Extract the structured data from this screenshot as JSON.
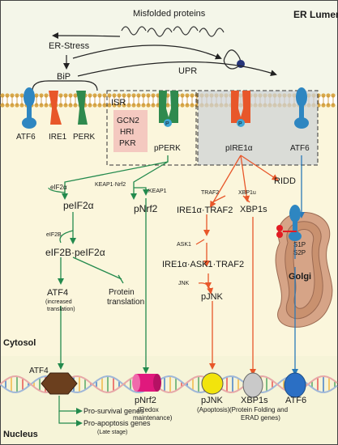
{
  "regions": {
    "er_lumen": "ER Lumen",
    "cytosol": "Cytosol",
    "nucleus": "Nucleus",
    "golgi": "Golgi",
    "isr": "ISR",
    "upr": "UPR"
  },
  "lumen": {
    "misfolded": "Misfolded proteins",
    "er_stress": "ER-Stress",
    "bip": "BiP"
  },
  "membrane": {
    "atf6_left": "ATF6",
    "ire1": "IRE1",
    "perk": "PERK",
    "kinases": [
      "GCN2",
      "HRI",
      "PKR"
    ],
    "pperk": "pPERK",
    "pire1a": "pIRE1α",
    "atf6_right": "ATF6",
    "p_badge": "P"
  },
  "pathway": {
    "eif2a": "eIF2α",
    "keap1_nrf2": "KEAP1·Nrf2",
    "keap1": "KEAP1",
    "peif2a": "peIF2α",
    "pnrf2": "pNrf2",
    "eif2b": "eIF2B",
    "eif2b_peif2a": "eIF2B·peIF2α",
    "atf4": "ATF4",
    "atf4_increased": "(increased",
    "atf4_translation": "translation)",
    "protein_translation_1": "Protein",
    "protein_translation_2": "translation",
    "traf2": "TRAF2",
    "xbp1u": "XBP1u",
    "ridd": "RIDD",
    "ire1a_traf2": "IRE1α·TRAF2",
    "xbp1s": "XBP1s",
    "ask1": "ASK1",
    "ire1a_ask1_traf2": "IRE1α·ASK1·TRAF2",
    "jnk": "JNK",
    "pjnk": "pJNK",
    "s1p": "S1P",
    "s2p": "S2P"
  },
  "nucleus": {
    "atf4": "ATF4",
    "pro_survival": "Pro-survival genes",
    "pro_apoptosis": "Pro-apoptosis genes",
    "late_stage": "(Late stage)",
    "pnrf2": "pNrf2",
    "redox1": "(Redox",
    "redox2": "maintenance)",
    "pjnk": "pJNK",
    "apoptosis": "(Apoptosis)",
    "xbp1s": "XBP1s",
    "folding1": "(Protein Folding and",
    "folding2": "ERAD genes)",
    "atf6": "ATF6"
  },
  "colors": {
    "lumen_bg": "#f4f6e9",
    "cytosol_bg": "#fbf6dc",
    "nucleus_bg": "#f6f4d8",
    "lipid_head": "#d9a94a",
    "lipid_tail": "#c58f35",
    "atf6_blue": "#2e86c1",
    "ire1_orange": "#e8572a",
    "perk_green": "#2f8a4e",
    "isr_pink": "#f4c9c0",
    "upr_gray": "#cfd3d6",
    "phospho": "#3fa7d6",
    "perk_arrow": "#238a4d",
    "ire1_arrow": "#e8572a",
    "atf6_arrow": "#2a7ab8",
    "atf4_brown": "#6b3f1e",
    "pnrf2_magenta": "#e0197d",
    "pjnk_yellow": "#f2e40c",
    "xbp1s_gray": "#c9c9c9",
    "atf6_nuc_blue": "#2b6fc4",
    "golgi_fill": "#d6a487",
    "s1p_red": "#e21b23"
  }
}
